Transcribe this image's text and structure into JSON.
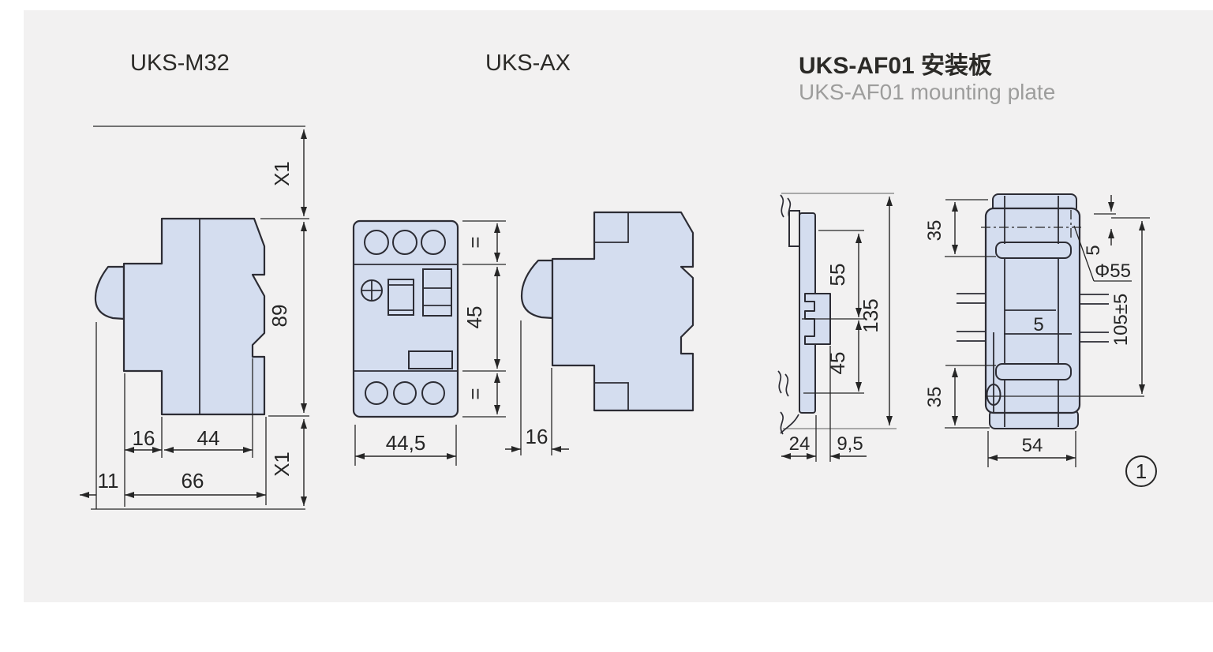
{
  "colors": {
    "part_fill": "#d4ddef",
    "part_stroke": "#2c2c34",
    "dim_color": "#262626",
    "title_color": "#2b2a27",
    "subtitle_color": "#9d9d9c",
    "panel_bg": "#f2f1f1",
    "page_bg": "#ffffff"
  },
  "m32": {
    "title": "UKS-M32",
    "dim_x1_top": "X1",
    "dim_89": "89",
    "dim_16": "16",
    "dim_44": "44",
    "dim_11": "11",
    "dim_66": "66",
    "dim_x1_bottom": "X1"
  },
  "ax": {
    "title": "UKS-AX",
    "dim_eq_top": "=",
    "dim_45": "45",
    "dim_eq_bottom": "=",
    "dim_445": "44,5",
    "dim_16": "16"
  },
  "af01": {
    "title": "UKS-AF01 安装板",
    "subtitle": "UKS-AF01 mounting plate",
    "dim_55": "55",
    "dim_45": "45",
    "dim_135": "135",
    "dim_24": "24",
    "dim_95": "9,5",
    "dim_35_top": "35",
    "dim_5_top": "5",
    "dim_phi55": "Φ55",
    "dim_105": "105±5",
    "dim_5_mid": "5",
    "dim_35_bottom": "35",
    "dim_54": "54",
    "figure_no": "1"
  }
}
